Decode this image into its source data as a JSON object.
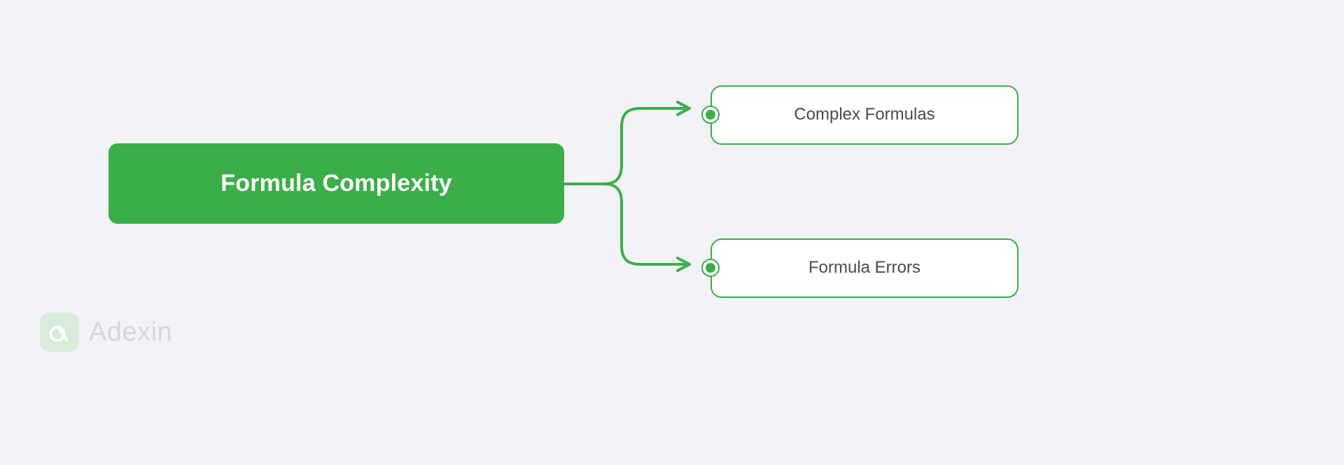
{
  "diagram": {
    "type": "mind-map",
    "background_color": "#f2f2f7",
    "accent_color": "#3cae49",
    "root": {
      "label": "Formula Complexity",
      "text_color": "#ffffff",
      "fill_color": "#3cae49"
    },
    "children": [
      {
        "label": "Complex Formulas",
        "text_color": "#4a4a4a",
        "fill_color": "#ffffff",
        "border_color": "#3cae49"
      },
      {
        "label": "Formula Errors",
        "text_color": "#4a4a4a",
        "fill_color": "#ffffff",
        "border_color": "#3cae49"
      }
    ],
    "connectors": [
      {
        "name": "root-to-complex-formulas",
        "style": "elbow",
        "arrow": "open-chevron"
      },
      {
        "name": "root-to-formula-errors",
        "style": "elbow",
        "arrow": "open-chevron"
      }
    ]
  },
  "branding": {
    "name": "Adexin",
    "mark_glyph": "a",
    "mark_background": "#d9ebd9",
    "mark_glyph_color": "#ffffff",
    "name_color": "#d6d6e0"
  }
}
